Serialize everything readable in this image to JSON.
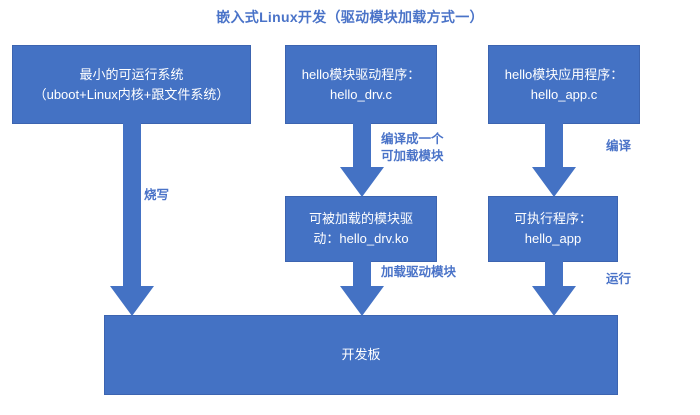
{
  "diagram": {
    "title": "嵌入式Linux开发（驱动模块加载方式一）",
    "colors": {
      "node_fill": "#4472C4",
      "node_border": "#3c64b0",
      "node_text": "#FFFFFF",
      "arrow": "#4472C4",
      "label_text": "#4A73C8",
      "background": "#FFFFFF"
    },
    "nodes": {
      "min_system": {
        "line1": "最小的可运行系统",
        "line2": "（uboot+Linux内核+跟文件系统）"
      },
      "driver_source": {
        "line1": "hello模块驱动程序：",
        "line2": "hello_drv.c"
      },
      "app_source": {
        "line1": "hello模块应用程序：",
        "line2": "hello_app.c"
      },
      "driver_ko": {
        "line1": "可被加载的模块驱",
        "line2": "动：hello_drv.ko"
      },
      "app_bin": {
        "line1": "可执行程序：",
        "line2": "hello_app"
      },
      "dev_board": {
        "line1": "开发板"
      }
    },
    "edge_labels": {
      "burn": "烧写",
      "compile_module_l1": "编译成一个",
      "compile_module_l2": "可加载模块",
      "compile": "编译",
      "load_module": "加载驱动模块",
      "run": "运行"
    }
  }
}
